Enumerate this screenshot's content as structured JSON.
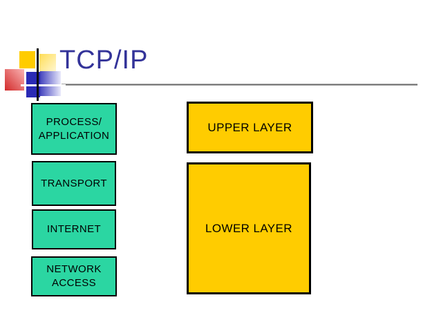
{
  "slide": {
    "title": "TCP/IP"
  },
  "colors": {
    "title_blue": "#333399",
    "layer_green": "#2BD6A2",
    "group_yellow": "#FFCC00",
    "box_border": "#000000",
    "rule_gray": "#808080"
  },
  "protocol_stack": {
    "layers": [
      {
        "label": "PROCESS/\nAPPLICATION"
      },
      {
        "label": "TRANSPORT"
      },
      {
        "label": "INTERNET"
      },
      {
        "label": "NETWORK\nACCESS"
      }
    ]
  },
  "layer_groups": [
    {
      "label": "UPPER LAYER"
    },
    {
      "label": "LOWER LAYER"
    }
  ],
  "decoration": {
    "ornament_squares": [
      "yellow-solid-square",
      "yellow-gradient-square",
      "red-gradient-square",
      "blue-solid-square",
      "blue-gradient-square"
    ],
    "ornament_lines": [
      "vertical-black-line",
      "horizontal-white-line",
      "title-underline-gray"
    ]
  }
}
